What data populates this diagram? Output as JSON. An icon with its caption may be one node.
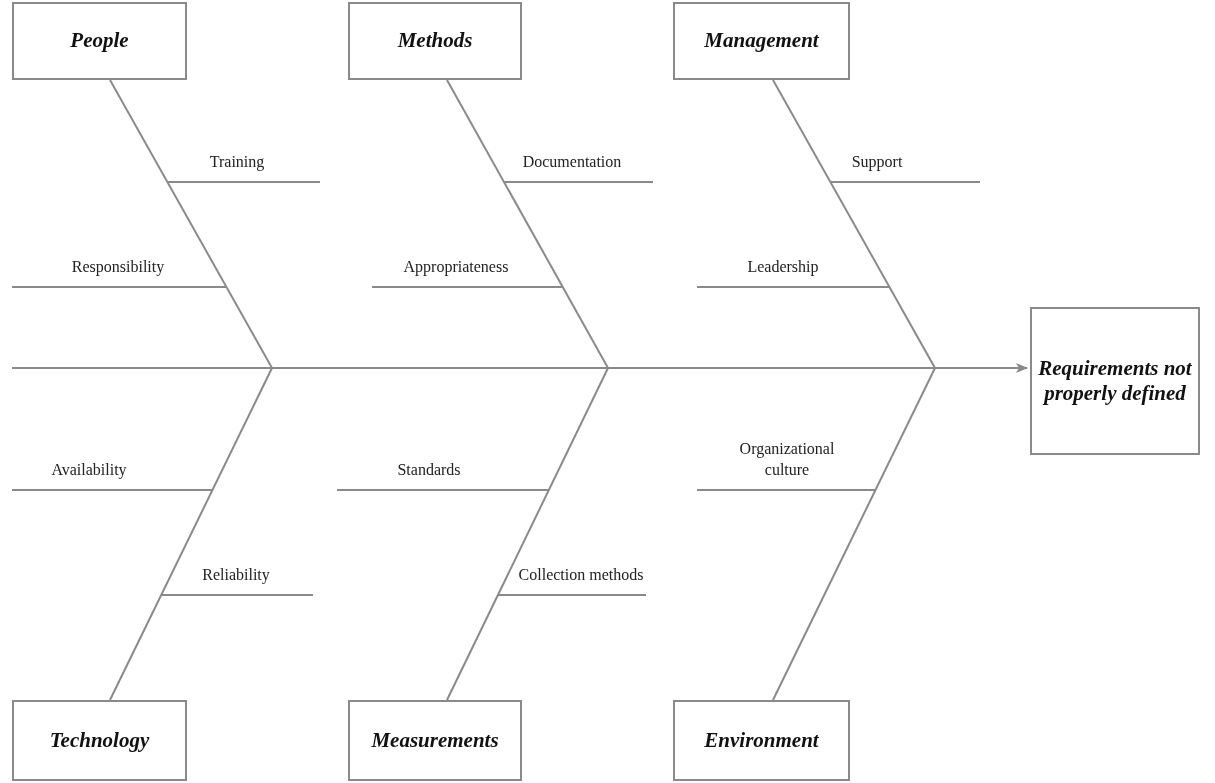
{
  "diagram": {
    "nodes": [
      {
        "text": [
          "People"
        ]
      },
      {
        "text": [
          "Methods"
        ]
      },
      {
        "text": [
          "Management"
        ]
      },
      {
        "text": [
          "Requirements not properly defined"
        ]
      },
      {
        "text": [
          "Technology"
        ]
      },
      {
        "text": [
          "Measurements"
        ]
      },
      {
        "text": [
          "Environment"
        ]
      }
    ],
    "edges": [
      {
        "from": null,
        "to": 3,
        "arrow": "to"
      },
      {
        "from": 0,
        "to": null,
        "arrow": "none"
      },
      {
        "from": 1,
        "to": null,
        "arrow": "none"
      },
      {
        "from": 2,
        "to": null,
        "arrow": "none"
      },
      {
        "from": 4,
        "to": null,
        "arrow": "none"
      },
      {
        "from": 5,
        "to": null,
        "arrow": "none"
      },
      {
        "from": 6,
        "to": null,
        "arrow": "none"
      }
    ],
    "labels": [
      "Training",
      "Documentation",
      "Support",
      "Responsibility",
      "Appropriateness",
      "Leadership",
      "Organizational culture",
      "Availability",
      "Standards",
      "Collection methods",
      "Reliability"
    ]
  }
}
